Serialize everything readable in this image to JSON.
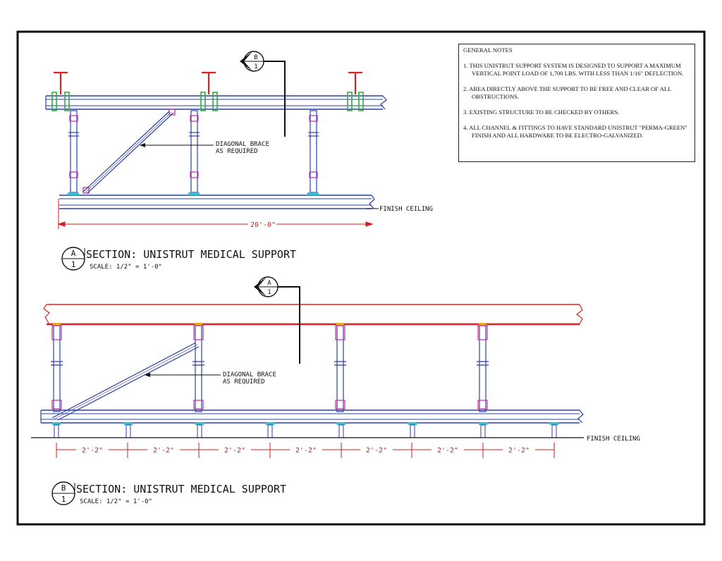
{
  "notes": {
    "title": "GENERAL NOTES",
    "items": [
      "1. THIS UNISTRUT SUPPORT SYSTEM IS DESIGNED TO SUPPORT A  MAXIMUM VERTICAL POINT LOAD OF 1,700 LBS. WITH LESS THAN 1/16\" DEFLECTION.",
      "2. AREA DIRECTLY ABOVE THE SUPPORT TO BE FREE AND CLEAR OF ALL OBSTRUCTIONS.",
      "3. EXISTING STRUCTURE TO BE CHECKED BY OTHERS.",
      "4. ALL CHANNEL & FITTINGS TO HAVE STANDARD UNISTRUT \"PERMA-GREEN\" FINISH AND ALL HARDWARE TO BE ELECTRO-GALVANIZED."
    ]
  },
  "section_a": {
    "marker_letter": "A",
    "marker_number": "1",
    "title": "SECTION: UNISTRUT MEDICAL SUPPORT",
    "scale": "SCALE: 1/2\" = 1'-0\"",
    "brace_label_1": "DIAGONAL BRACE",
    "brace_label_2": "AS REQUIRED",
    "finish_label": "FINISH CEILING",
    "overall_dim": "20'-0\"",
    "cut_letter": "B",
    "cut_number": "1"
  },
  "section_b": {
    "marker_letter": "B",
    "marker_number": "1",
    "title": "SECTION: UNISTRUT MEDICAL SUPPORT",
    "scale": "SCALE: 1/2\" = 1'-0\"",
    "brace_label_1": "DIAGONAL BRACE",
    "brace_label_2": "AS REQUIRED",
    "finish_label": "FINISH CEILING",
    "spacing_dims": [
      "2'-2\"",
      "2'-2\"",
      "2'-2\"",
      "2'-2\"",
      "2'-2\"",
      "2'-2\"",
      "2'-2\""
    ],
    "cut_letter": "A",
    "cut_number": "1"
  },
  "colors": {
    "channel": "#2b3fa8",
    "steel": "#e02020",
    "fitting": "#c23aa8",
    "clip": "#2fae3a",
    "cyan": "#30c0d0",
    "dimension": "#d01c1c",
    "ink": "#111111"
  }
}
